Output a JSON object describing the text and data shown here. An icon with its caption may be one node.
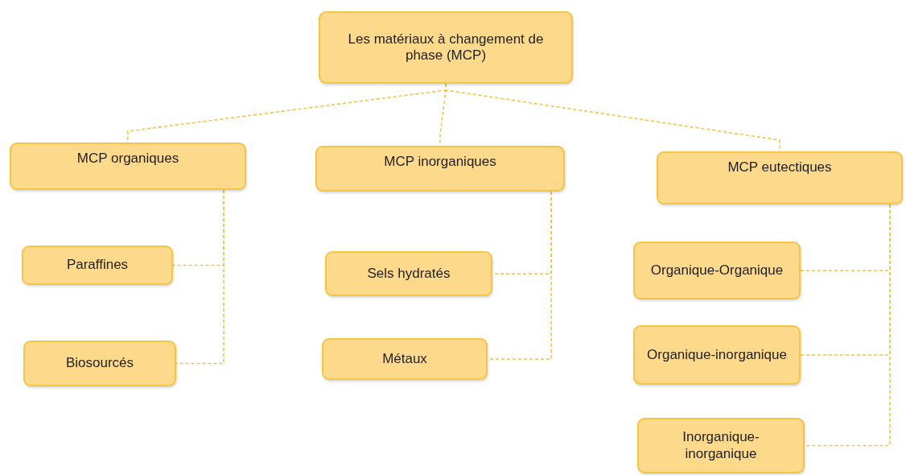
{
  "diagram": {
    "nodes": [
      {
        "text": [
          "Les matériaux à changement de phase (MCP)"
        ]
      },
      {
        "text": [
          "MCP organiques"
        ]
      },
      {
        "text": [
          "MCP inorganiques"
        ]
      },
      {
        "text": [
          "MCP eutectiques"
        ]
      },
      {
        "text": [
          "Paraffines"
        ]
      },
      {
        "text": [
          "Biosourcés"
        ]
      },
      {
        "text": [
          "Sels hydratés"
        ]
      },
      {
        "text": [
          "Métaux"
        ]
      },
      {
        "text": [
          "Organique-Organique"
        ]
      },
      {
        "text": [
          "Organique-inorganique"
        ]
      },
      {
        "text": [
          "Inorganique-inorganique"
        ]
      }
    ],
    "edges": [
      {
        "from": 0,
        "to": 1,
        "arrow": "none",
        "style": "dashed"
      },
      {
        "from": 0,
        "to": 2,
        "arrow": "none",
        "style": "dashed"
      },
      {
        "from": 0,
        "to": 3,
        "arrow": "none",
        "style": "dashed"
      },
      {
        "from": 1,
        "to": 4,
        "arrow": "none",
        "style": "dashed"
      },
      {
        "from": 1,
        "to": 5,
        "arrow": "none",
        "style": "dashed"
      },
      {
        "from": 2,
        "to": 6,
        "arrow": "none",
        "style": "dashed"
      },
      {
        "from": 2,
        "to": 7,
        "arrow": "none",
        "style": "dashed"
      },
      {
        "from": 3,
        "to": 8,
        "arrow": "none",
        "style": "dashed"
      },
      {
        "from": 3,
        "to": 9,
        "arrow": "none",
        "style": "dashed"
      },
      {
        "from": 3,
        "to": 10,
        "arrow": "none",
        "style": "dashed"
      }
    ]
  }
}
